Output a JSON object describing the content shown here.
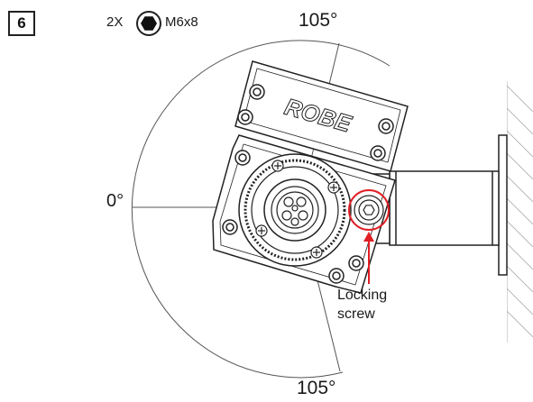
{
  "step": {
    "number": "6"
  },
  "fastener": {
    "quantity": "2X",
    "spec": "M6x8",
    "icon": "hex-socket-icon"
  },
  "angles": {
    "top": "105°",
    "left": "0°",
    "bottom": "105°"
  },
  "brand": {
    "logo_text": "ROBE"
  },
  "callout": {
    "line1": "Locking",
    "line2": "screw",
    "color": "#e01e24"
  }
}
